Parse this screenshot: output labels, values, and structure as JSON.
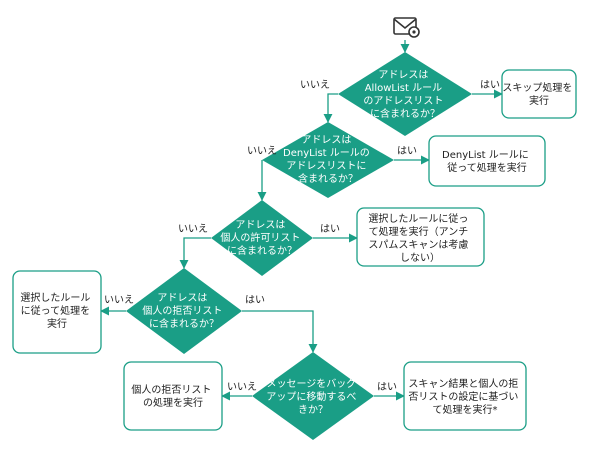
{
  "colors": {
    "accent": "#1a9e86",
    "line": "#1a9e86",
    "text_on_accent": "#ffffff",
    "text": "#222222"
  },
  "icon": "envelope-gear-icon",
  "decisions": [
    {
      "id": "allowlist",
      "lines": [
        "アドレスは",
        "AllowList ルール",
        "のアドレスリスト",
        "に含まれるか？"
      ]
    },
    {
      "id": "denylist",
      "lines": [
        "アドレスは",
        "DenyList ルールの",
        "アドレスリストに",
        "含まれるか？"
      ]
    },
    {
      "id": "personal-allow",
      "lines": [
        "アドレスは",
        "個人の許可リスト",
        "に含まれるか？"
      ]
    },
    {
      "id": "personal-block",
      "lines": [
        "アドレスは",
        "個人の拒否リスト",
        "に含まれるか？"
      ]
    },
    {
      "id": "move-to-junk",
      "lines": [
        "メッセージをバッグ",
        "アップに移動するべ",
        "きか？"
      ]
    }
  ],
  "actions": [
    {
      "id": "skip",
      "lines": [
        "スキップ処理を",
        "実行"
      ]
    },
    {
      "id": "denylist-action",
      "lines": [
        "DenyList ルールに",
        "従って処理を実行"
      ]
    },
    {
      "id": "selected-rule-antispam",
      "lines": [
        "選択したルールに従っ",
        "て処理を実行（アンチ",
        "スパムスキャンは考慮",
        "しない）"
      ]
    },
    {
      "id": "selected-rule",
      "lines": [
        "選択したルール",
        "に従って処理を",
        "実行"
      ]
    },
    {
      "id": "personal-block-action",
      "lines": [
        "個人の拒否リスト",
        "の処理を実行"
      ]
    },
    {
      "id": "scan-result",
      "lines": [
        "スキャン結果と個人の拒",
        "否リストの設定に基づい",
        "て処理を実行*"
      ]
    }
  ],
  "labels": {
    "yes": "はい",
    "no": "いいえ"
  }
}
